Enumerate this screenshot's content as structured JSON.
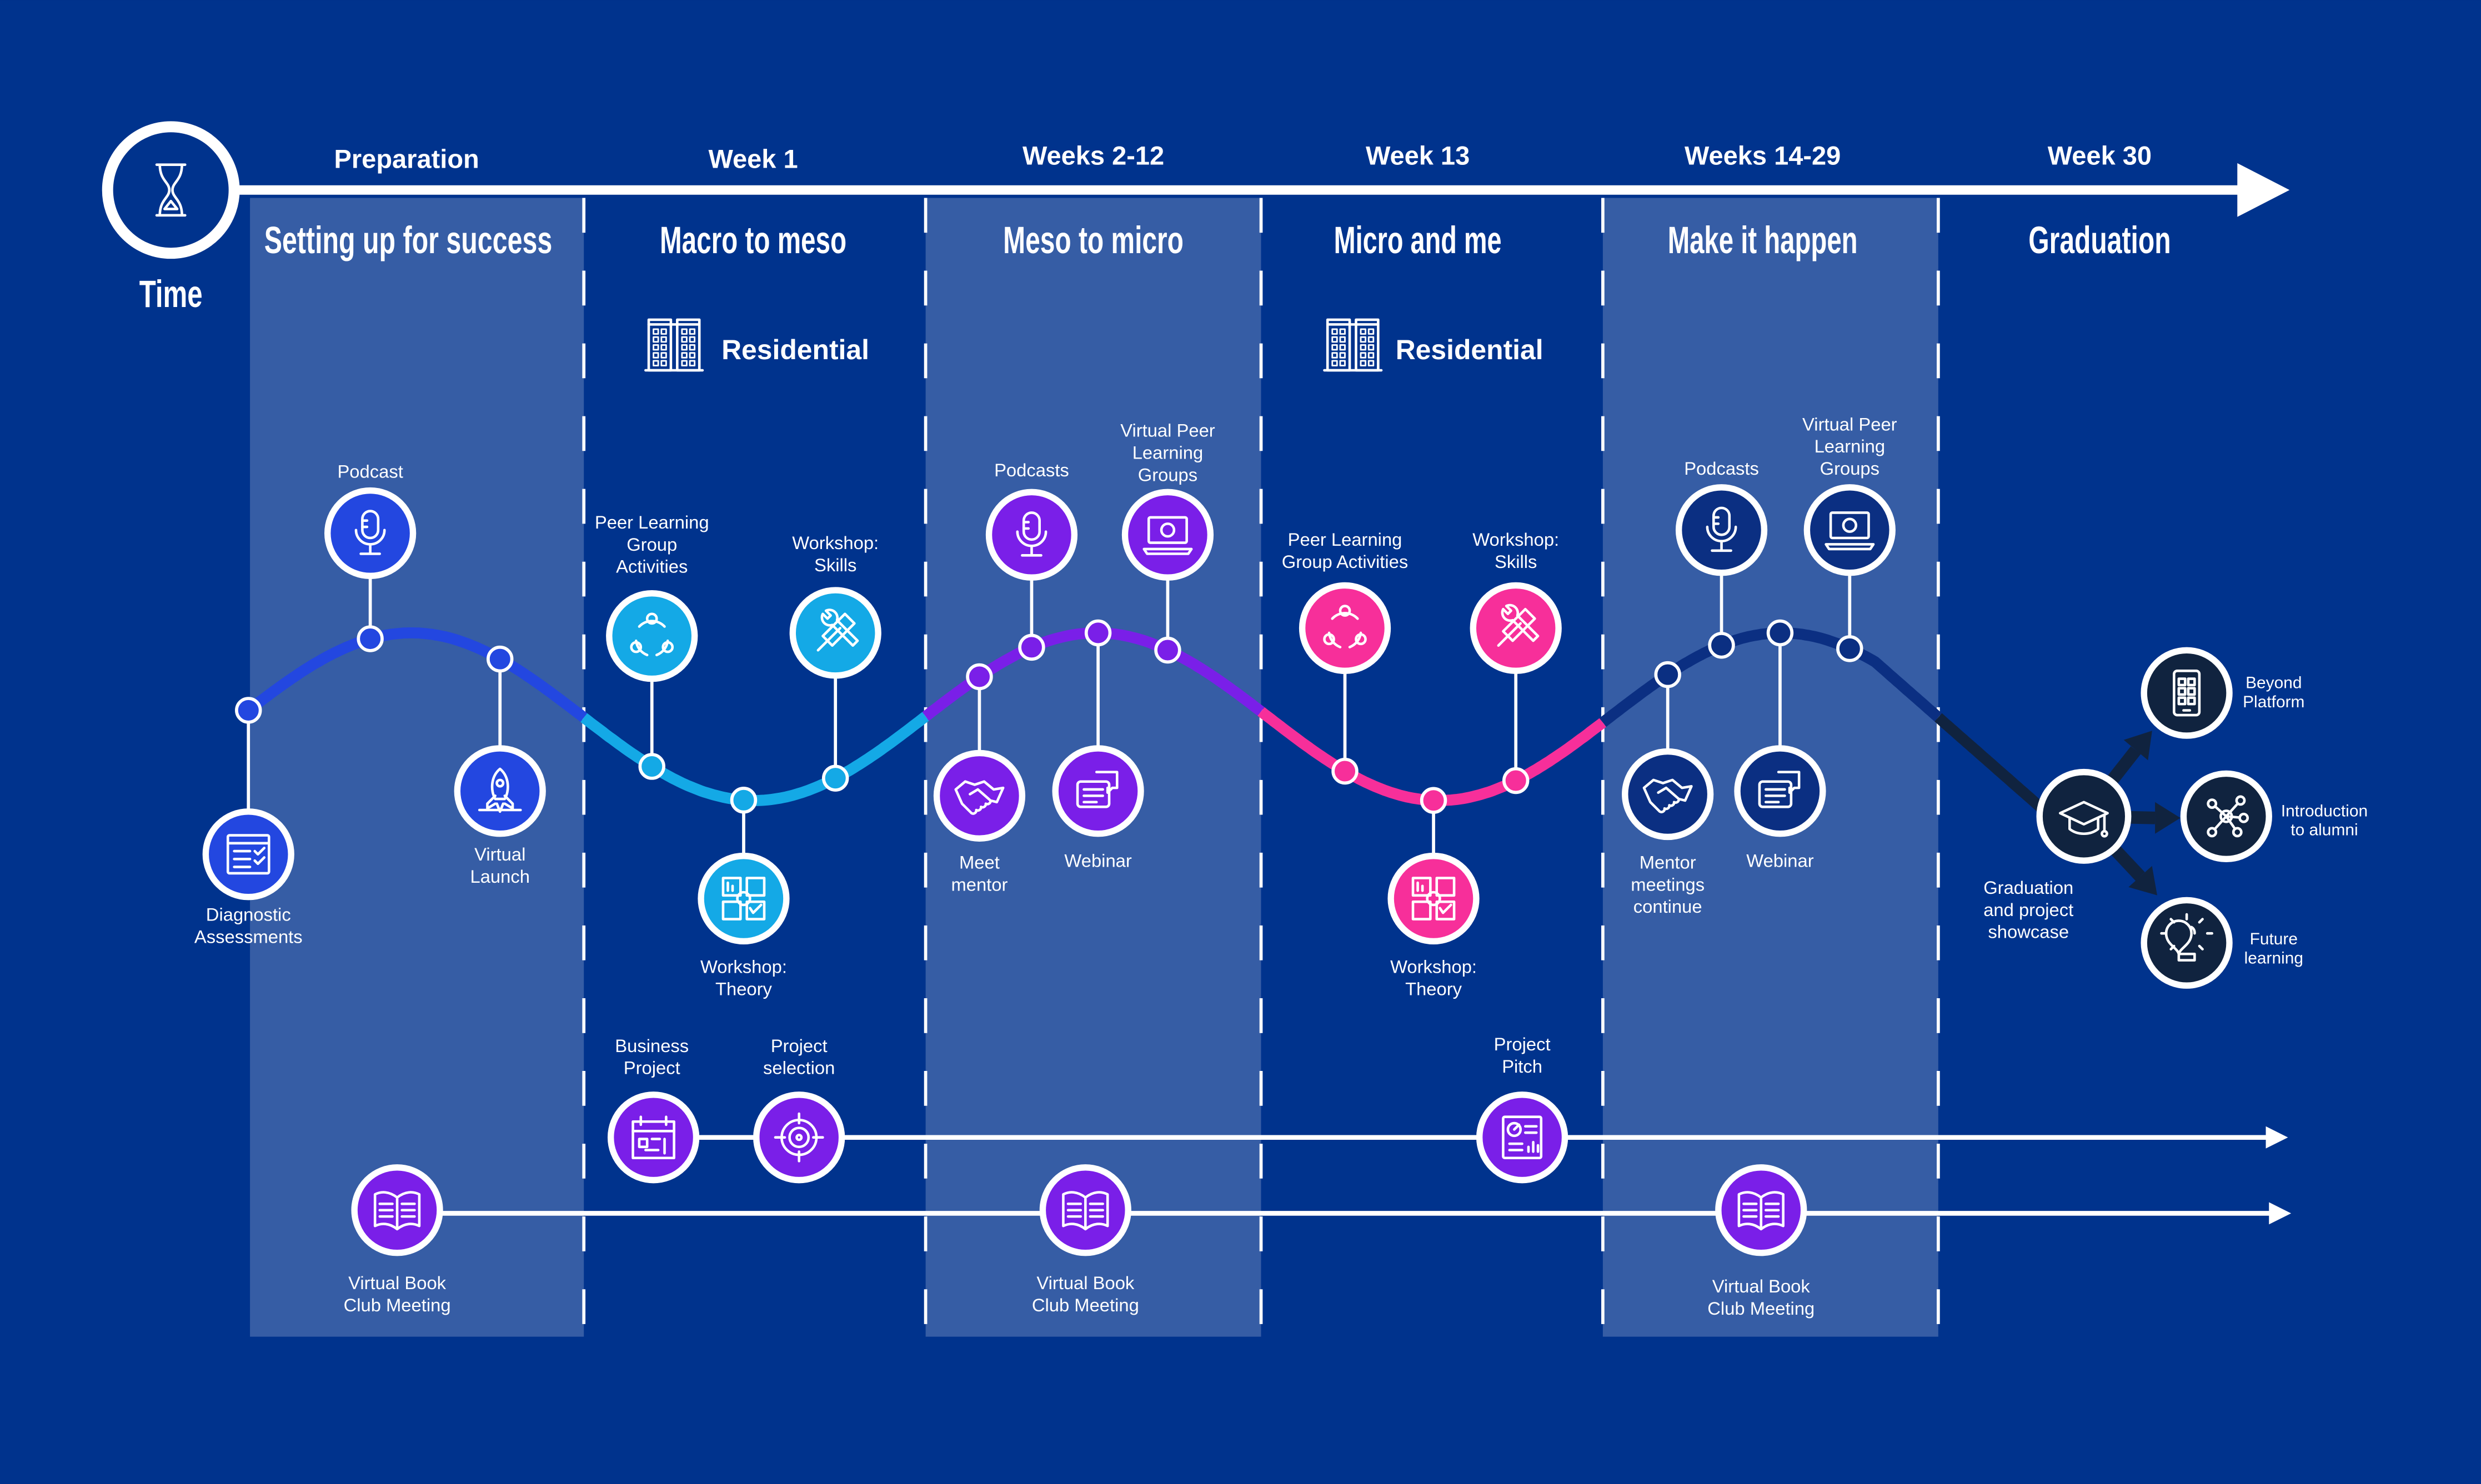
{
  "time_label": "Time",
  "colors": {
    "background": "#00338d",
    "panel": "#365da5",
    "preparation": "#2347e0",
    "week1": "#14a9e6",
    "weeks2_12": "#7a1fe8",
    "week13": "#f72f9a",
    "weeks14_29": "#0b2f82",
    "graduation": "#10233f"
  },
  "phases": [
    {
      "period": "Preparation",
      "title": "Setting up for success"
    },
    {
      "period": "Week 1",
      "title": "Macro to meso",
      "note": "Residential"
    },
    {
      "period": "Weeks 2-12",
      "title": "Meso to micro"
    },
    {
      "period": "Week 13",
      "title": "Micro and me",
      "note": "Residential"
    },
    {
      "period": "Weeks 14-29",
      "title": "Make it happen"
    },
    {
      "period": "Week 30",
      "title": "Graduation"
    }
  ],
  "events": [
    {
      "lines": [
        "Diagnostic",
        "Assessments"
      ],
      "icon": "checklist-icon"
    },
    {
      "lines": [
        "Podcast"
      ],
      "icon": "microphone-icon"
    },
    {
      "lines": [
        "Virtual",
        "Launch"
      ],
      "icon": "rocket-icon"
    },
    {
      "lines": [
        "Peer Learning",
        "Group",
        "Activities"
      ],
      "icon": "cycle-icon"
    },
    {
      "lines": [
        "Workshop:",
        "Theory"
      ],
      "icon": "dashboard-icon"
    },
    {
      "lines": [
        "Workshop:",
        "Skills"
      ],
      "icon": "tools-icon"
    },
    {
      "lines": [
        "Meet",
        "mentor"
      ],
      "icon": "handshake-icon"
    },
    {
      "lines": [
        "Podcasts"
      ],
      "icon": "microphone-icon"
    },
    {
      "lines": [
        "Webinar"
      ],
      "icon": "chat-icon"
    },
    {
      "lines": [
        "Virtual Peer",
        "Learning",
        "Groups"
      ],
      "icon": "laptop-icon"
    },
    {
      "lines": [
        "Peer Learning",
        "Group Activities"
      ],
      "icon": "cycle-icon"
    },
    {
      "lines": [
        "Workshop:",
        "Theory"
      ],
      "icon": "dashboard-icon"
    },
    {
      "lines": [
        "Workshop:",
        "Skills"
      ],
      "icon": "tools-icon"
    },
    {
      "lines": [
        "Mentor",
        "meetings",
        "continue"
      ],
      "icon": "handshake-icon"
    },
    {
      "lines": [
        "Podcasts"
      ],
      "icon": "microphone-icon"
    },
    {
      "lines": [
        "Webinar"
      ],
      "icon": "chat-icon"
    },
    {
      "lines": [
        "Virtual Peer",
        "Learning",
        "Groups"
      ],
      "icon": "laptop-icon"
    }
  ],
  "project_track": [
    {
      "lines": [
        "Business",
        "Project"
      ],
      "icon": "calendar-icon"
    },
    {
      "lines": [
        "Project",
        "selection"
      ],
      "icon": "target-icon"
    },
    {
      "lines": [
        "Project",
        "Pitch"
      ],
      "icon": "report-icon"
    }
  ],
  "book_track": [
    {
      "lines": [
        "Virtual Book",
        "Club Meeting"
      ],
      "icon": "book-icon"
    },
    {
      "lines": [
        "Virtual Book",
        "Club Meeting"
      ],
      "icon": "book-icon"
    },
    {
      "lines": [
        "Virtual Book",
        "Club Meeting"
      ],
      "icon": "book-icon"
    }
  ],
  "graduation": {
    "lines": [
      "Graduation",
      "and project",
      "showcase"
    ],
    "icon": "mortarboard-icon"
  },
  "outcomes": [
    {
      "lines": [
        "Beyond",
        "Platform"
      ],
      "icon": "smartphone-icon"
    },
    {
      "lines": [
        "Introduction",
        "to alumni"
      ],
      "icon": "network-icon"
    },
    {
      "lines": [
        "Future",
        "learning"
      ],
      "icon": "lightbulb-icon"
    }
  ]
}
